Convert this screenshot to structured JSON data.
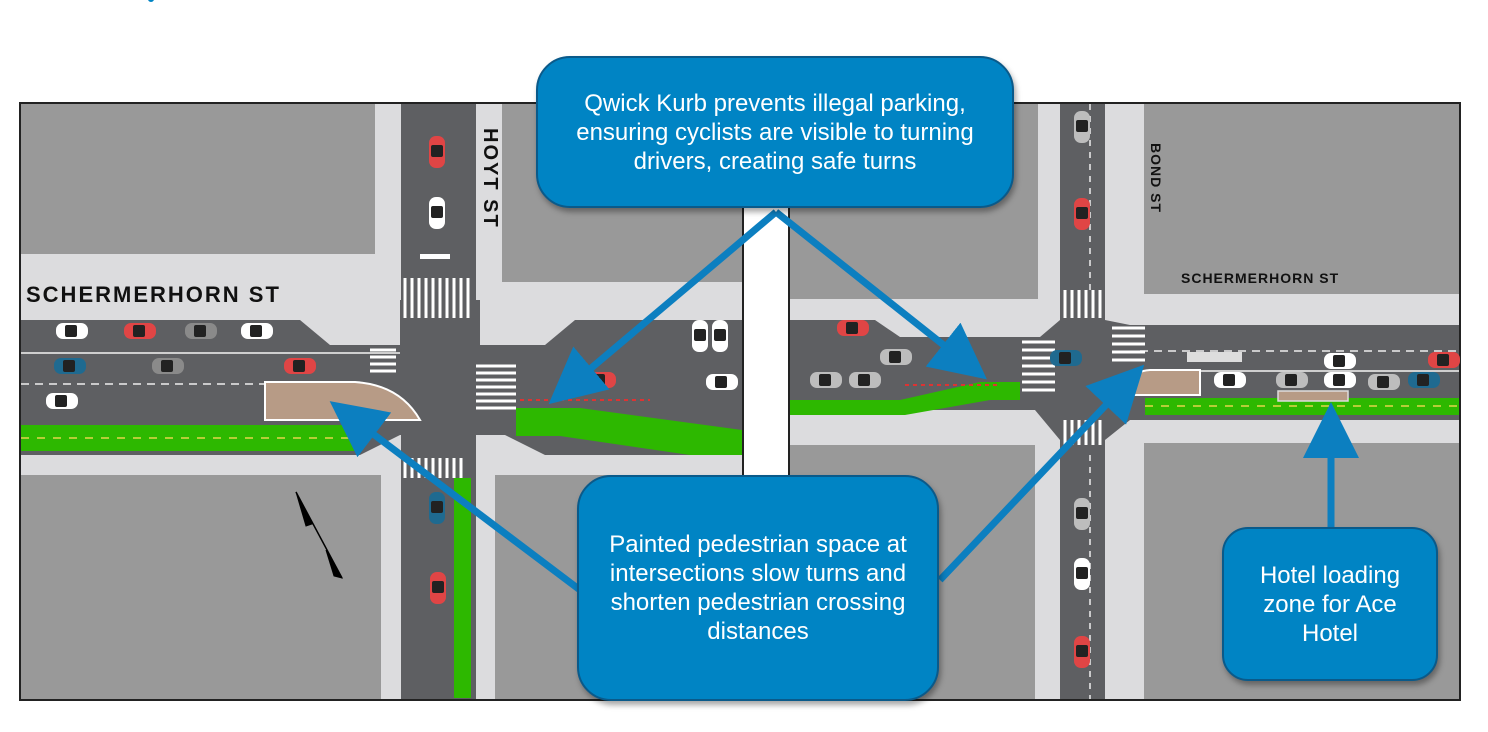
{
  "colors": {
    "callout_fill": "#0084c4",
    "arrow": "#0c7fc0",
    "road": "#5e5f62",
    "sidewalk": "#dcdcde",
    "block": "#999999",
    "bike_lane": "#2db800",
    "plaza": "#b79b86"
  },
  "left_panel": {
    "street_labels": {
      "schermerhorn": "SCHERMERHORN ST",
      "hoyt": "HOYT ST"
    }
  },
  "right_panel": {
    "street_labels": {
      "schermerhorn": "SCHERMERHORN ST",
      "bond": "BOND ST"
    }
  },
  "callouts": {
    "qwick_kurb": "Qwick Kurb prevents illegal parking, ensuring cyclists are visible to turning drivers, creating safe turns",
    "painted_pedestrian": "Painted pedestrian space at intersections slow turns and shorten pedestrian crossing distances",
    "hotel_loading": "Hotel loading zone for Ace Hotel"
  },
  "icons": {
    "north_arrow": "north-arrow-icon",
    "car": "car-icon",
    "cyclist": "bike-icon",
    "pedestrian": "pedestrian-icon",
    "turn_arrow": "turn-arrow-icon"
  }
}
